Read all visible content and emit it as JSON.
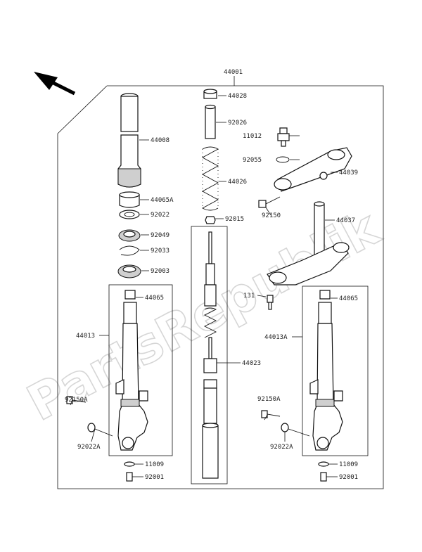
{
  "watermark": "PartsRepublik",
  "labels": {
    "assembly": "44001",
    "p44028": "44028",
    "p92026": "92026",
    "p11012": "11012",
    "p92055": "92055",
    "p44039": "44039",
    "p44008": "44008",
    "p44026": "44026",
    "p44065a": "44065A",
    "p92022": "92022",
    "p92150": "92150",
    "p92015": "92015",
    "p44037": "44037",
    "p92049": "92049",
    "p92033": "92033",
    "p92003": "92003",
    "p131": "131",
    "p44065_l": "44065",
    "p44065_r": "44065",
    "p44013": "44013",
    "p44013a": "44013A",
    "p44023": "44023",
    "p92150a_l": "92150A",
    "p92150a_r": "92150A",
    "p92022a_l": "92022A",
    "p92022a_r": "92022A",
    "p11009_l": "11009",
    "p11009_r": "11009",
    "p92001_l": "92001",
    "p92001_r": "92001"
  }
}
